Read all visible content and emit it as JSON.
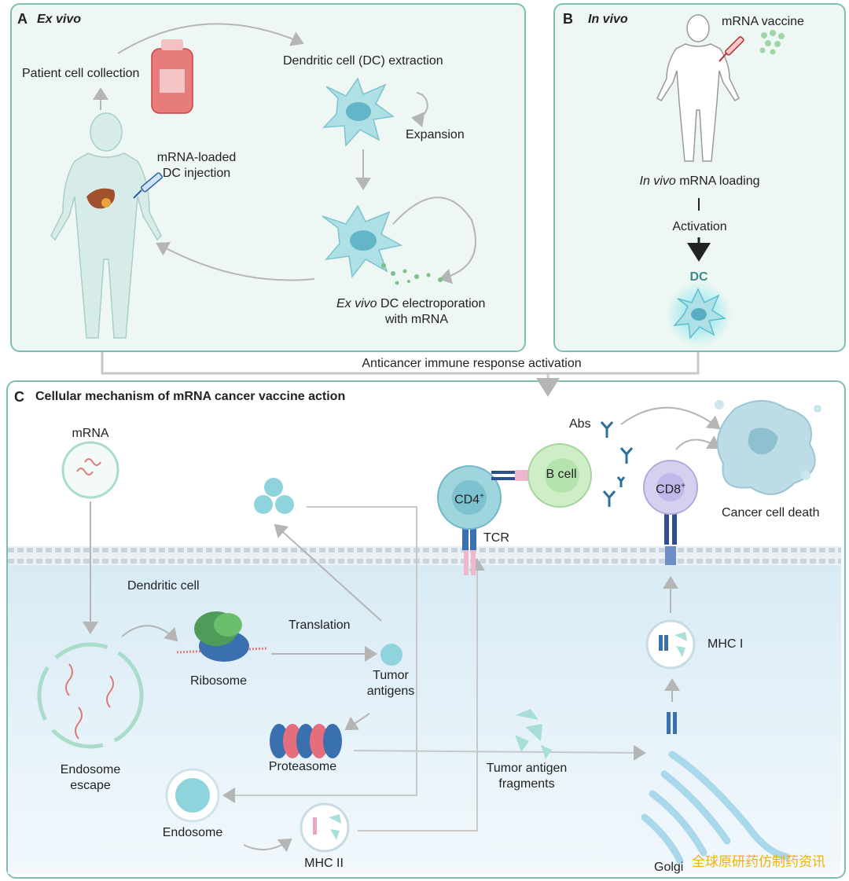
{
  "panelA": {
    "letter": "A",
    "title": "Ex vivo",
    "patient_collection": "Patient cell collection",
    "dc_extraction": "Dendritic cell (DC) extraction",
    "expansion": "Expansion",
    "injection_line1": "mRNA-loaded",
    "injection_line2": "DC injection",
    "electro_italic": "Ex vivo",
    "electro_rest": " DC electroporation",
    "electro_line2": "with mRNA"
  },
  "panelB": {
    "letter": "B",
    "title": "In vivo",
    "vaccine": "mRNA vaccine",
    "loading_italic": "In vivo",
    "loading_rest": " mRNA loading",
    "activation": "Activation",
    "dc": "DC"
  },
  "link_label": "Anticancer immune response activation",
  "panelC": {
    "letter": "C",
    "title": "Cellular mechanism of mRNA cancer vaccine action",
    "mrna": "mRNA",
    "dendritic_cell": "Dendritic cell",
    "translation": "Translation",
    "ribosome": "Ribosome",
    "tumor_antigens_1": "Tumor",
    "tumor_antigens_2": "antigens",
    "endosome_escape_1": "Endosome",
    "endosome_escape_2": "escape",
    "proteasome": "Proteasome",
    "fragments_1": "Tumor antigen",
    "fragments_2": "fragments",
    "endosome": "Endosome",
    "mhc2": "MHC II",
    "mhc1": "MHC I",
    "golgi": "Golgi",
    "cd4": "CD4",
    "cd4_sup": "+",
    "cd8": "CD8",
    "cd8_sup": "+",
    "tcr": "TCR",
    "bcell": "B cell",
    "abs": "Abs",
    "death": "Cancer cell death"
  },
  "watermark": "全球原研药仿制药资讯",
  "colors": {
    "panel_border": "#7fbfb3",
    "panel_fill": "#eef7f3",
    "cell_teal": "#8fd3dc",
    "dc_label": "#3a8c8c",
    "watermark": "#f2b200"
  }
}
